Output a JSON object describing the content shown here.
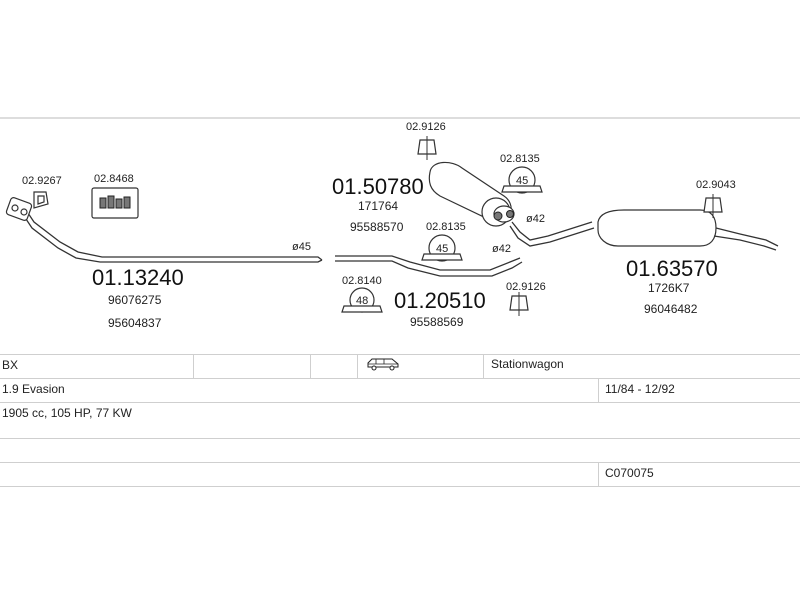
{
  "diagram": {
    "parts": {
      "front_pipe": {
        "number": "01.13240",
        "refs": [
          "96076275",
          "95604837"
        ]
      },
      "front_gasket": {
        "number": "02.9267"
      },
      "mount_kit": {
        "number": "02.8468"
      },
      "front_silencer": {
        "number": "01.50780",
        "refs": [
          "171764",
          "95588570"
        ]
      },
      "clamp_top": {
        "number": "02.9126"
      },
      "clamp_45_top": {
        "number": "02.8135"
      },
      "clamp_45_mid": {
        "number": "02.8135"
      },
      "gasket_48": {
        "number": "02.8140"
      },
      "middle_pipe": {
        "number": "01.20510",
        "refs": [
          "95588569"
        ]
      },
      "clamp_low": {
        "number": "02.9126"
      },
      "rear_silencer": {
        "number": "01.63570",
        "refs": [
          "1726K7",
          "96046482"
        ]
      },
      "rear_rubber": {
        "number": "02.9043"
      }
    },
    "badges": {
      "clamp_45_top": "45",
      "clamp_45_mid": "45",
      "gasket_48": "48"
    },
    "diameters": {
      "front": "ø45",
      "mid_top": "ø42",
      "mid_low": "ø42"
    }
  },
  "vehicle": {
    "model": "BX",
    "body_type": "Stationwagon",
    "variant": "1.9 Evasion",
    "years": "11/84 - 12/92",
    "engine": "1905 cc, 105 HP, 77 KW",
    "code": "C070075"
  },
  "icons": {
    "vehicle": "car-icon"
  }
}
